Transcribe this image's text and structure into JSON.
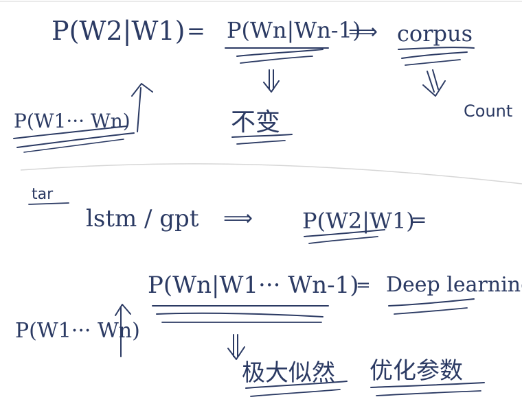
{
  "top": {
    "lhs": "P(W2|W1)",
    "eq": "=",
    "ngram": "P(Wn|Wn-1)",
    "implies": "⟹",
    "corpus": "corpus",
    "count": "Count",
    "unchanged": "不变",
    "full_joint": "P(W1··· Wn)"
  },
  "bottom": {
    "margin_label": "tar",
    "models": "lstm / gpt",
    "implies": "⟹",
    "bigram": "P(W2|W1)",
    "eq_tail": "=",
    "conditional": "P(Wn|W1··· Wn-1)",
    "eq": "=",
    "deep_learning": "Deep learning",
    "full_joint": "P(W1··· Wn)",
    "mle": "极大似然",
    "optimize": "优化参数"
  }
}
